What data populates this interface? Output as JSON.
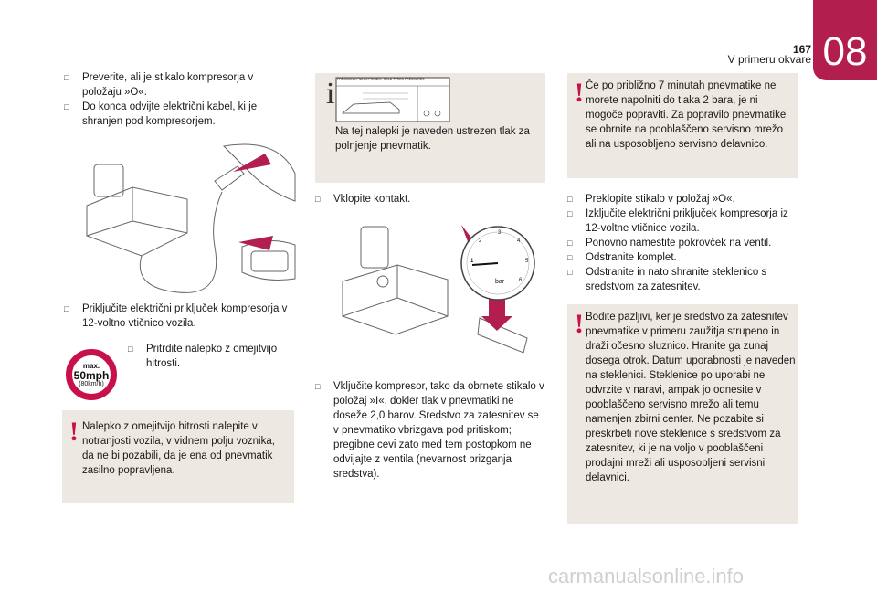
{
  "header": {
    "page_number": "167",
    "section_title": "V primeru okvare",
    "chapter": "08"
  },
  "col1": {
    "bullets_top": [
      "Preverite, ali je stikalo kompresorja v položaju »O«.",
      "Do konca odvijte električni kabel, ki je shranjen pod kompresorjem."
    ],
    "bullet_connect": "Priključite električni priključek kompresorja v 12-voltno vtičnico vozila.",
    "speed_sign": {
      "line1": "max.",
      "line2": "50mph",
      "line3": "(80km/h)"
    },
    "bullet_sticker": "Pritrdite nalepko z omejitvijo hitrosti.",
    "warning_text": "Nalepko z omejitvijo hitrosti nalepite v notranjosti vozila, v vidnem polju voznika, da ne bi pozabili, da je ena od pnevmatik zasilno popravljena."
  },
  "col2": {
    "label_title": "PRESSIONS PNEUS FROIDS / COLD TYRES PRESSURES",
    "info_text": "Na tej nalepki je naveden ustrezen tlak za polnjenje pnevmatik.",
    "bullet_ignition": "Vklopite kontakt.",
    "gauge_unit": "bar",
    "gauge_ticks": [
      "1",
      "2",
      "3",
      "4",
      "5",
      "6"
    ],
    "bullet_compressor": "Vključite kompresor, tako da obrnete stikalo v položaj »I«, dokler tlak v pnevmatiki ne doseže 2,0 barov. Sredstvo za zatesnitev se v pnevmatiko vbrizgava pod pritiskom; pregibne cevi zato med tem postopkom ne odvijajte z ventila (nevarnost brizganja sredstva)."
  },
  "col3": {
    "warning1": "Če po približno 7 minutah pnevmatike ne morete napolniti do tlaka 2 bara, je ni mogoče popraviti. Za popravilo pnevmatike se obrnite na pooblaščeno servisno mrežo ali na usposobljeno servisno delavnico.",
    "bullets": [
      "Preklopite stikalo v položaj »O«.",
      "Izključite električni priključek kompresorja iz 12-voltne vtičnice vozila.",
      "Ponovno namestite pokrovček na ventil.",
      "Odstranite komplet.",
      "Odstranite in nato shranite steklenico s sredstvom za zatesnitev."
    ],
    "warning2": "Bodite pazljivi, ker je sredstvo za zatesnitev pnevmatike v primeru zaužitja strupeno in draži očesno sluznico. Hranite ga zunaj dosega otrok. Datum uporabnosti je naveden na steklenici. Steklenice po uporabi ne odvrzite v naravi, ampak jo odnesite v pooblaščeno servisno mrežo ali temu namenjen zbirni center. Ne pozabite si preskrbeti nove steklenice s sredstvom za zatesnitev, ki je na voljo v pooblaščeni prodajni mreži ali usposobljeni servisni delavnici."
  },
  "footer": {
    "watermark": "carmanualsonline.info"
  },
  "colors": {
    "accent": "#b21f4e",
    "warning": "#c8104a",
    "box_bg": "#ede8e2"
  },
  "icons": {
    "bullet": "square-bullet-icon",
    "warning": "exclamation-icon",
    "info": "info-i-icon"
  }
}
